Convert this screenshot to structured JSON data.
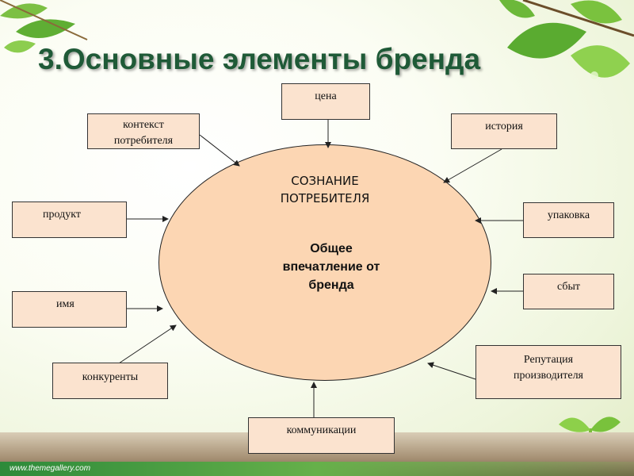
{
  "slide": {
    "title": "3.Основные элементы бренда",
    "footer": "www.themegallery.com"
  },
  "diagram": {
    "center": {
      "line1": "СОЗНАНИЕ",
      "line2": "ПОТРЕБИТЕЛЯ",
      "impression1": "Общее",
      "impression2": "впечатление от",
      "impression3": "бренда"
    },
    "elements": {
      "price": "цена",
      "context1": "контекст",
      "context2": "потребителя",
      "history": "история",
      "product": "продукт",
      "packaging": "упаковка",
      "sales": "сбыт",
      "name": "имя",
      "reputation1": "Репутация",
      "reputation2": "производителя",
      "competitors": "конкуренты",
      "communications": "коммуникации"
    }
  },
  "colors": {
    "title": "#1f5a37",
    "box_fill": "#fbe3cf",
    "circle_fill": "#fcd6b3",
    "leaf_green": "#6fb83a"
  }
}
